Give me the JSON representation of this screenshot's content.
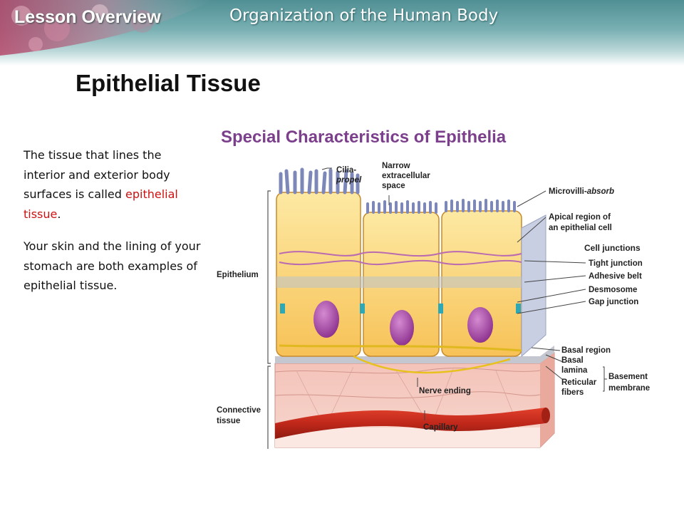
{
  "header": {
    "lesson_label": "Lesson Overview",
    "topic": "Organization of the Human Body"
  },
  "slide": {
    "title": "Epithelial Tissue",
    "paragraph1_before": "The tissue that lines the interior and exterior body surfaces is called ",
    "paragraph1_highlight": "epithelial tissue",
    "paragraph1_after": ".",
    "paragraph2": "Your skin and the lining of your stomach are both examples of epithelial tissue."
  },
  "figure": {
    "title": "Special Characteristics of Epithelia",
    "labels": {
      "cilia": "Cilia-",
      "cilia_sub": "propel",
      "narrow1": "Narrow",
      "narrow2": "extracellular",
      "narrow3": "space",
      "microvilli": "Microvilli-",
      "microvilli_sub": "absorb",
      "apical1": "Apical region of",
      "apical2": "an epithelial cell",
      "cell_junctions": "Cell junctions",
      "tight": "Tight junction",
      "adhesive": "Adhesive belt",
      "desmosome": "Desmosome",
      "gap": "Gap junction",
      "epithelium": "Epithelium",
      "basal_region": "Basal region",
      "basal_lamina1": "Basal",
      "basal_lamina2": "lamina",
      "reticular1": "Reticular",
      "reticular2": "fibers",
      "basement1": "Basement",
      "basement2": "membrane",
      "nerve": "Nerve ending",
      "connective1": "Connective",
      "connective2": "tissue",
      "capillary": "Capillary"
    }
  },
  "colors": {
    "title_purple": "#7b3f8c",
    "highlight_red": "#cc1111",
    "banner_teal": "#4f8f94"
  }
}
